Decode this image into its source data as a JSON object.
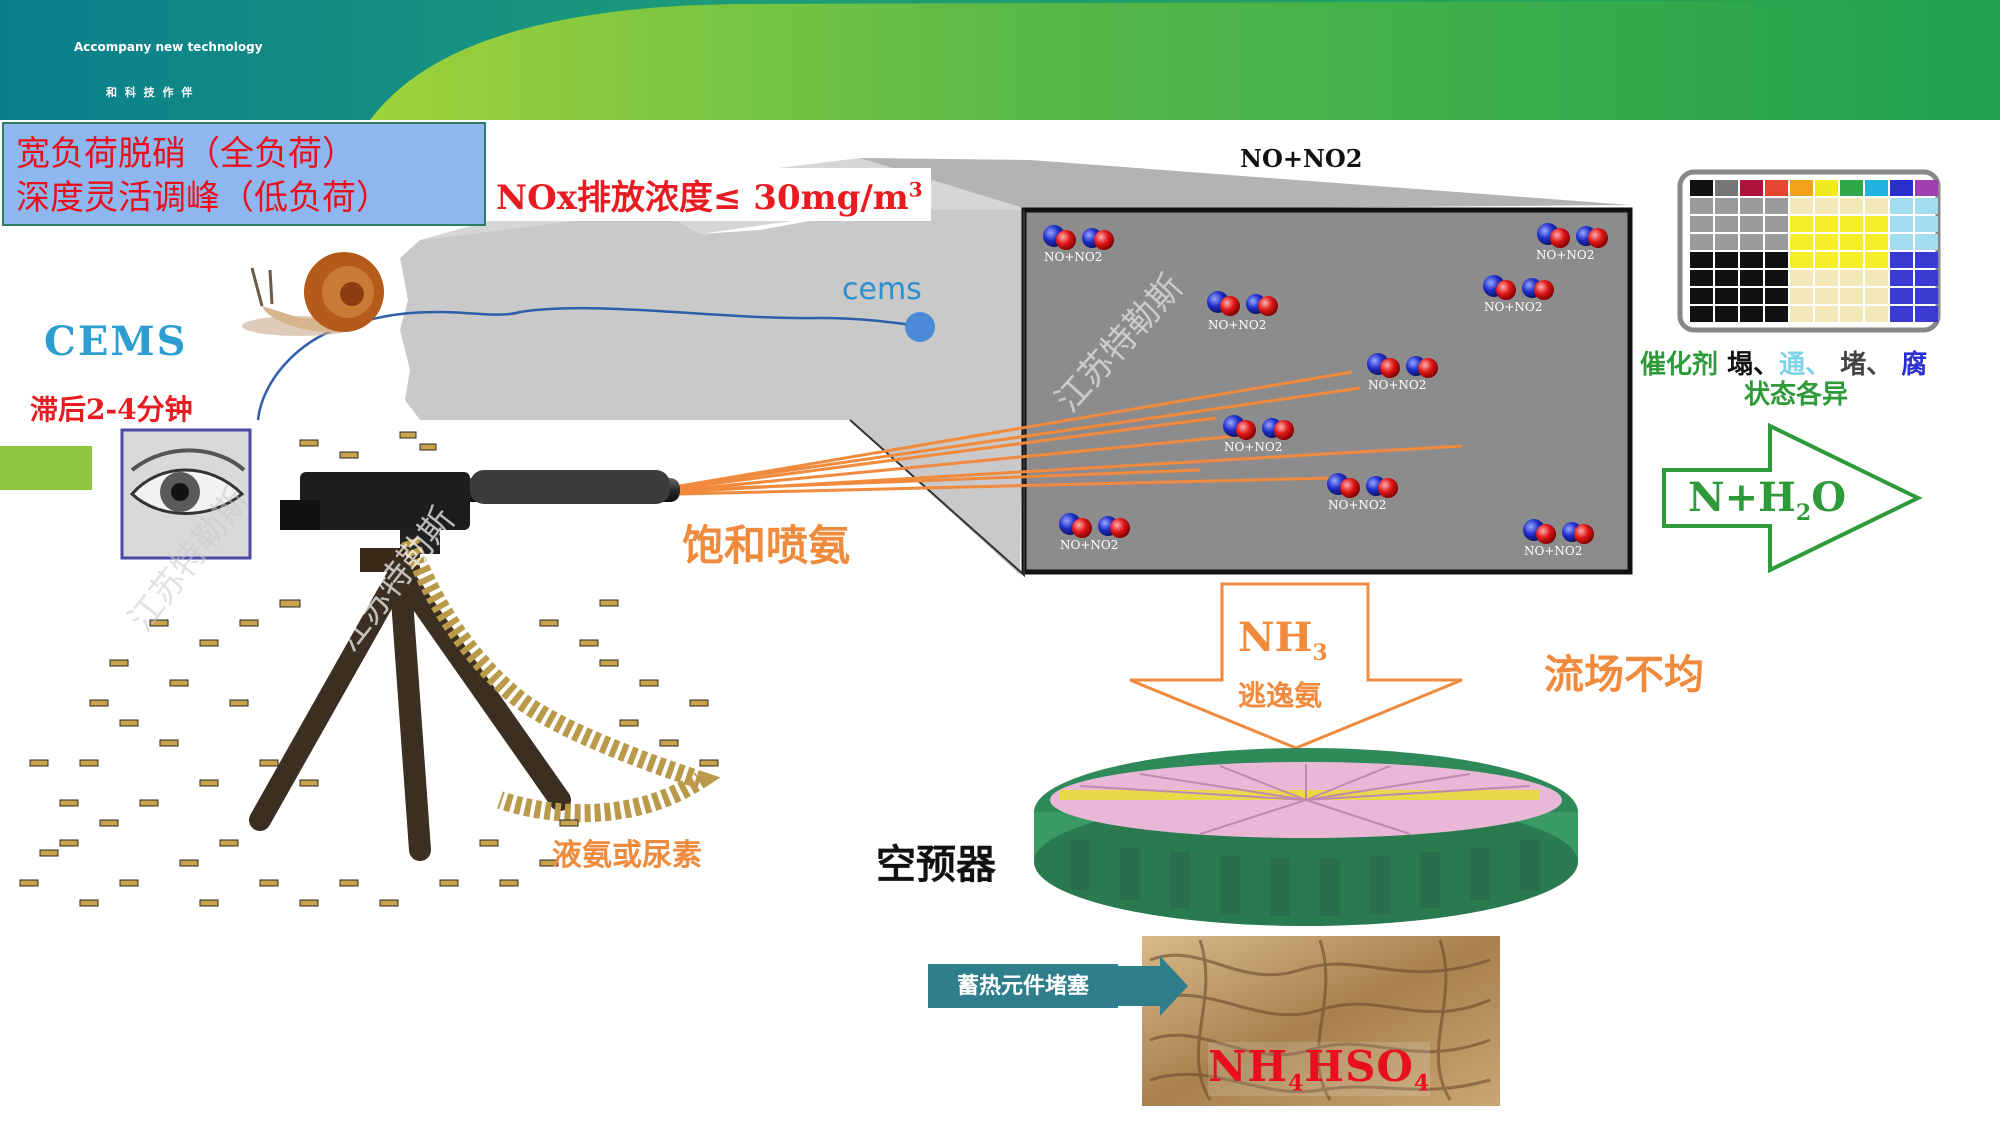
{
  "header": {
    "tagline_en": "Accompany new technology",
    "tagline_cn": "和 科 技 作 伴"
  },
  "title_box": {
    "line1": "宽负荷脱硝（全负荷）",
    "line2": "深度灵活调峰（低负荷）"
  },
  "nox_limit_prefix": "NOx排放浓度≤ 30mg/m",
  "nox_limit_sup": "3",
  "cems": {
    "title": "CEMS",
    "delay": "滞后2-4分钟",
    "probe_label": "cems"
  },
  "gun": {
    "spray_label": "饱和喷氨",
    "reagent_label": "液氨或尿素"
  },
  "reactor": {
    "top_label": "NO+NO2",
    "molecule_label": "NO+NO2",
    "molecule_count_label": "NO+NO2"
  },
  "catalyst": {
    "prefix": "催化剂",
    "s1": "塌、",
    "s2": "通、",
    "s3": "堵、",
    "s4": "腐",
    "line2": "状态各异"
  },
  "product": {
    "prefix": "N+H",
    "sub": "2",
    "suffix": "O"
  },
  "slip": {
    "formula_prefix": "NH",
    "formula_sub": "3",
    "label": "逃逸氨"
  },
  "flow_label": "流场不均",
  "air_heater": {
    "label": "空预器",
    "blockage_tag": "蓄热元件堵塞",
    "salt_prefix": "NH",
    "salt_sub1": "4",
    "salt_mid": "HSO",
    "salt_sub2": "4"
  },
  "watermark": "江苏特勒斯",
  "colors": {
    "red": "#e8101d",
    "orange": "#f08a3c",
    "green": "#2e9a3a",
    "blue": "#2b8fd0",
    "teal": "#2e7e8c"
  }
}
